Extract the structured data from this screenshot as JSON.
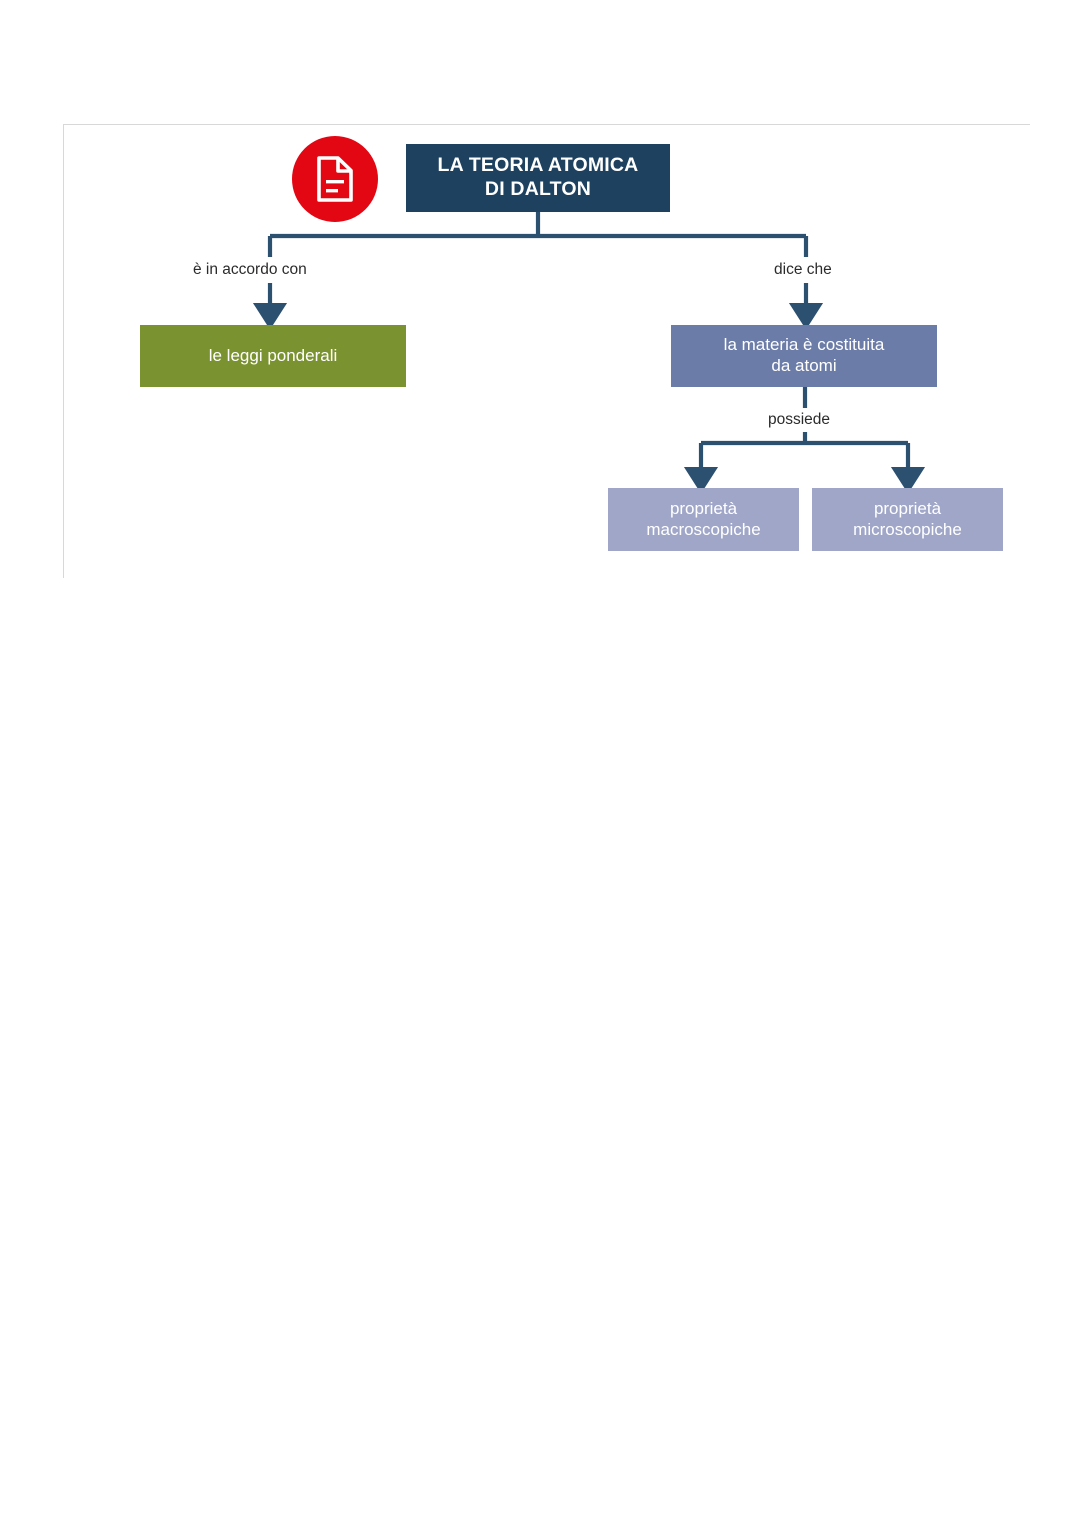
{
  "document": {
    "language": "it",
    "background_color": "#ffffff",
    "frame_border_color": "#d8d8d8"
  },
  "diagram": {
    "type": "concept-map",
    "title": "LA TEORIA ATOMICA\nDI DALTON",
    "badge_icon": "document-icon",
    "palette": {
      "badge_red": "#e30613",
      "title_navy": "#1e4160",
      "olive_green": "#7a9230",
      "slate_blue": "#6c7ca8",
      "lavender": "#9fa6c8",
      "connector": "#2c5070",
      "label_text": "#2b2b2b",
      "node_text": "#ffffff"
    },
    "nodes": [
      {
        "id": "root",
        "label": "LA TEORIA ATOMICA\nDI DALTON",
        "color": "#1e4160",
        "level": 0
      },
      {
        "id": "leggi",
        "label": "le leggi ponderali",
        "color": "#7a9230",
        "level": 1
      },
      {
        "id": "materia",
        "label": "la materia è costituita\nda atomi",
        "color": "#6c7ca8",
        "level": 1
      },
      {
        "id": "macro",
        "label": "proprietà\nmacroscopiche",
        "color": "#9fa6c8",
        "level": 2
      },
      {
        "id": "micro",
        "label": "proprietà\nmicroscopiche",
        "color": "#9fa6c8",
        "level": 2
      }
    ],
    "edges": [
      {
        "from": "root",
        "to": "leggi",
        "label": "è in accordo con"
      },
      {
        "from": "root",
        "to": "materia",
        "label": "dice che"
      },
      {
        "from": "materia",
        "to": "macro",
        "label": "possiede"
      },
      {
        "from": "materia",
        "to": "micro",
        "label": "possiede"
      }
    ]
  }
}
